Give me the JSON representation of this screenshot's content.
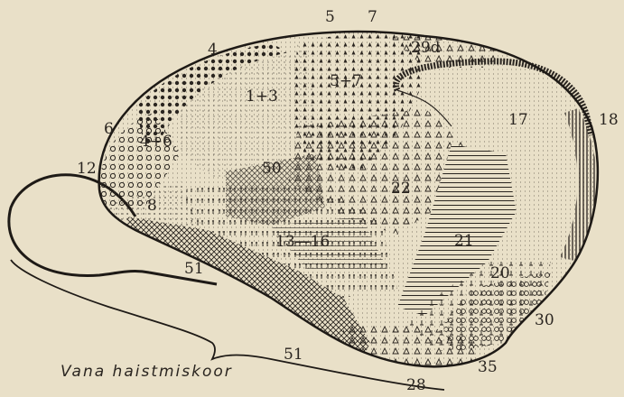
{
  "labels": {
    "l5": "5",
    "l7": "7",
    "l29d": "29d",
    "l4": "4",
    "l1_3": "1+3",
    "l5_7": "5+7",
    "l17": "17",
    "l18": "18",
    "l6": "6",
    "l4_6": "4+6",
    "l12": "12",
    "l50": "50",
    "l22": "22",
    "l8": "8",
    "l13_16": "13—16",
    "l21": "21",
    "l20": "20",
    "l51a": "51",
    "l51b": "51",
    "l30": "30",
    "l35": "35",
    "l28": "28"
  },
  "caption": "Vana haistmiskoor",
  "colors": {
    "paper": "#e9e0c8",
    "ink": "#2a2520"
  }
}
